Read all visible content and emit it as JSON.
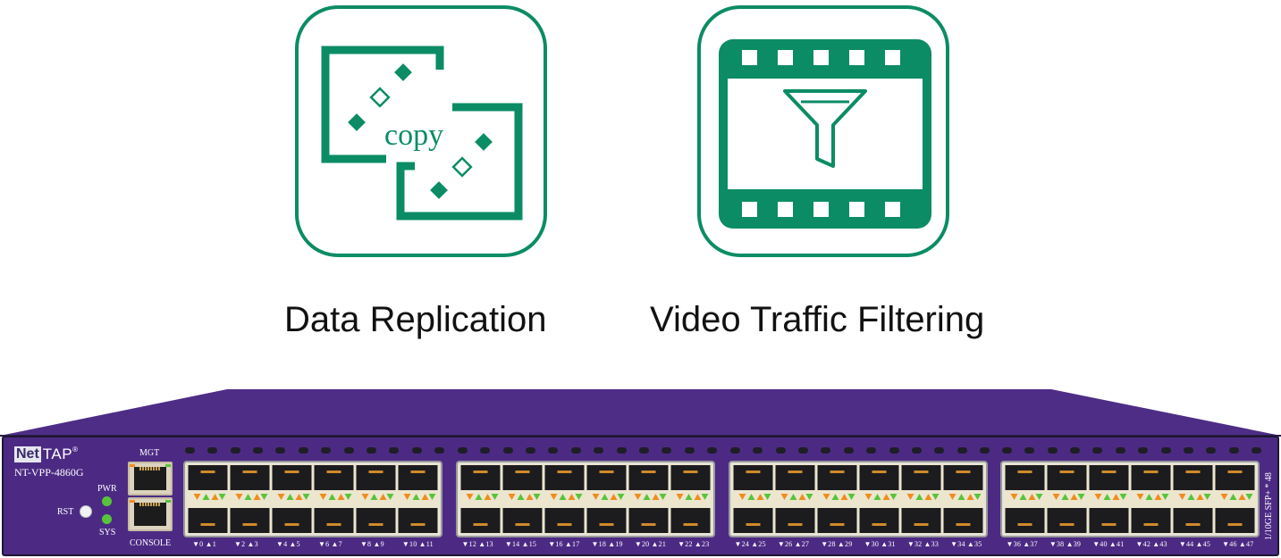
{
  "tiles": {
    "copy": {
      "caption": "Data Replication",
      "icon_text": "copy",
      "icon": "copy-icon"
    },
    "video": {
      "caption": "Video Traffic Filtering",
      "icon": "film-filter-icon"
    }
  },
  "colors": {
    "accent": "#0b8c65",
    "chassis": "#4c2a84",
    "chassis_top": "#4e2d86"
  },
  "device": {
    "brand_net": "Net",
    "brand_tap": "TAP",
    "brand_reg": "®",
    "model": "NT-VPP-4860G",
    "rst_label": "RST",
    "pwr_label": "PWR",
    "sys_label": "SYS",
    "mgt_label": "MGT",
    "console_label": "CONSOLE",
    "side_label": "1/10GE SFP+ * 48",
    "groups": [
      [
        "▼0 ▲1",
        "▼2 ▲3",
        "▼4 ▲5",
        "▼6 ▲7",
        "▼8 ▲9",
        "▼10 ▲11"
      ],
      [
        "▼12 ▲13",
        "▼14 ▲15",
        "▼16 ▲17",
        "▼18 ▲19",
        "▼20 ▲21",
        "▼22 ▲23"
      ],
      [
        "▼24 ▲25",
        "▼26 ▲27",
        "▼28 ▲29",
        "▼30 ▲31",
        "▼32 ▲33",
        "▼34 ▲35"
      ],
      [
        "▼36 ▲37",
        "▼38 ▲39",
        "▼40 ▲41",
        "▼42 ▲43",
        "▼44 ▲45",
        "▼46 ▲47"
      ]
    ]
  }
}
